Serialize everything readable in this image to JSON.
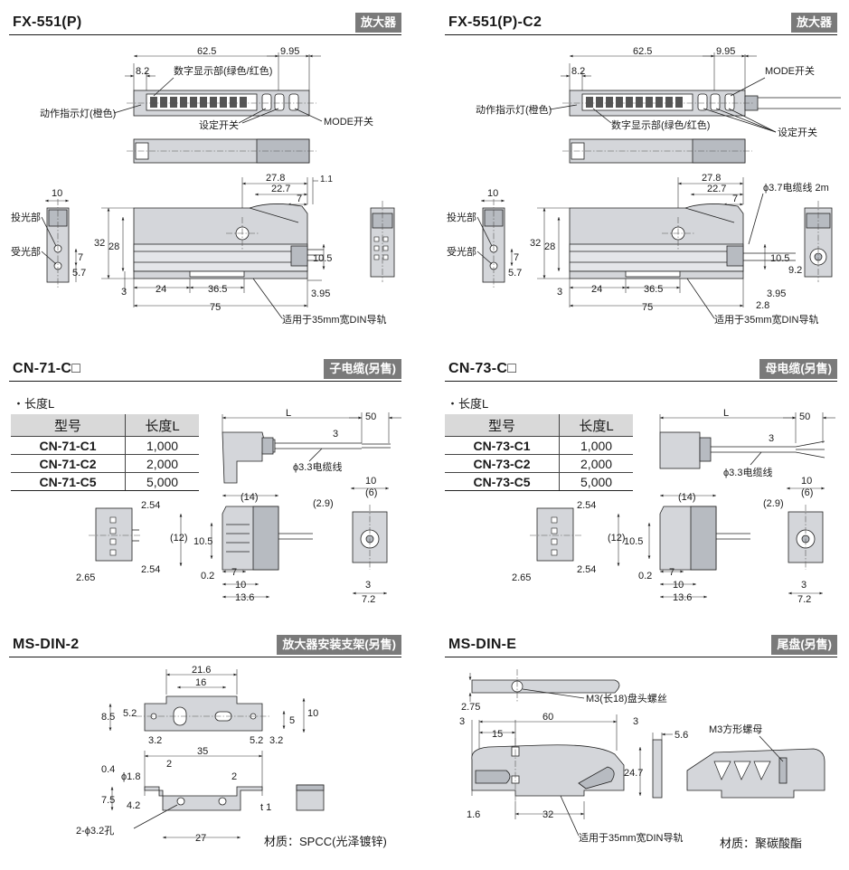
{
  "sections": [
    {
      "title": "FX-551(P)",
      "badge": "放大器"
    },
    {
      "title": "FX-551(P)-C2",
      "badge": "放大器"
    },
    {
      "title": "CN-71-C□",
      "badge": "子电缆(另售)"
    },
    {
      "title": "CN-73-C□",
      "badge": "母电缆(另售)"
    },
    {
      "title": "MS-DIN-2",
      "badge": "放大器安装支架(另售)"
    },
    {
      "title": "MS-DIN-E",
      "badge": "尾盘(另售)"
    }
  ],
  "amp": {
    "dims": {
      "w": "62.5",
      "cut": "9.95",
      "lead": "8.2",
      "a": "27.8",
      "b": "22.7",
      "c": "7",
      "d": "1.1",
      "w10": "10",
      "h32": "32",
      "h28": "28",
      "s7": "7",
      "s57": "5.7",
      "s3": "3",
      "s24": "24",
      "s365": "36.5",
      "s75": "75",
      "s105": "10.5",
      "s395": "3.95",
      "s92": "9.2",
      "s28": "2.8"
    },
    "labels": {
      "display": "数字显示部(绿色/红色)",
      "indicator": "动作指示灯(橙色)",
      "set_sw": "设定开关",
      "mode_sw": "MODE开关",
      "emit": "投光部",
      "recv": "受光部",
      "din": "适用于35mm宽DIN导轨",
      "cable": "ϕ3.7电缆线 2m"
    }
  },
  "cable": {
    "length_label": "・长度L",
    "col_model": "型号",
    "col_length": "长度L",
    "rows_71": [
      [
        "CN-71-C1",
        "1,000"
      ],
      [
        "CN-71-C2",
        "2,000"
      ],
      [
        "CN-71-C5",
        "5,000"
      ]
    ],
    "rows_73": [
      [
        "CN-73-C1",
        "1,000"
      ],
      [
        "CN-73-C2",
        "2,000"
      ],
      [
        "CN-73-C5",
        "5,000"
      ]
    ],
    "dims": {
      "L": "L",
      "d50": "50",
      "d3": "3",
      "wire": "ϕ3.3电缆线",
      "d14": "(14)",
      "d12": "(12)",
      "d105": "10.5",
      "d254": "2.54",
      "d265": "2.65",
      "d02": "0.2",
      "d7": "7",
      "d10": "10",
      "d136": "13.6",
      "d29": "(2.9)",
      "d6": "(6)",
      "d3b": "3",
      "d72": "7.2"
    }
  },
  "msdin2": {
    "dims": {
      "d216": "21.6",
      "d16": "16",
      "d85": "8.5",
      "d52": "5.2",
      "d5": "5",
      "d10": "10",
      "d32": "3.2",
      "d35": "35",
      "d04": "0.4",
      "d2": "2",
      "d18": "ϕ1.8",
      "d75": "7.5",
      "d42": "4.2",
      "d27": "27",
      "holes": "2-ϕ3.2孔",
      "t1": "t 1"
    },
    "material": "材质：SPCC(光泽镀锌)"
  },
  "msdine": {
    "dims": {
      "d275": "2.75",
      "d3": "3",
      "d15": "15",
      "d60": "60",
      "d56": "5.6",
      "d247": "24.7",
      "d16": "1.6",
      "d32": "32"
    },
    "labels": {
      "screw": "M3(长18)盘头螺丝",
      "nut": "M3方形螺母",
      "din": "适用于35mm宽DIN导轨"
    },
    "material": "材质：聚碳酸酯"
  }
}
